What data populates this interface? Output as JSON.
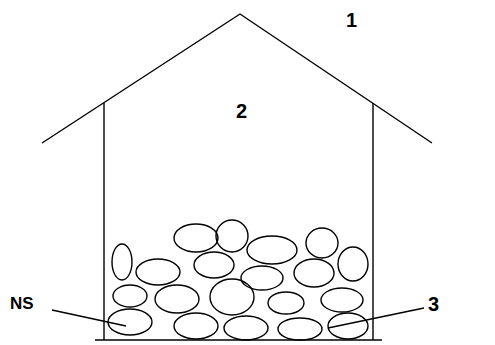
{
  "diagram": {
    "labels": [
      "1",
      "2",
      "NS",
      "3"
    ]
  }
}
